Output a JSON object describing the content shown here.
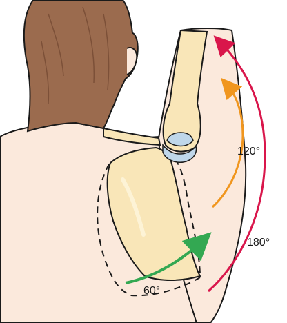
{
  "labels": {
    "deg_60": "60°",
    "deg_120": "120°",
    "deg_180": "180°"
  },
  "colors": {
    "skin": "#fbe9dc",
    "skin_shade": "#f3d8c7",
    "hair": "#9b6b4e",
    "hair_dark": "#7c5038",
    "bone": "#f9e6b8",
    "bone_light": "#fdf3d6",
    "cartilage": "#bfd7ea",
    "outline": "#1a1a1a",
    "arrow_60": "#33a852",
    "arrow_120": "#f0961e",
    "arrow_180": "#d9164b"
  },
  "icons": [
    "head",
    "back",
    "arm",
    "scapula",
    "humerus",
    "clavicle",
    "rotation-arrow-60",
    "rotation-arrow-120",
    "rotation-arrow-180"
  ]
}
